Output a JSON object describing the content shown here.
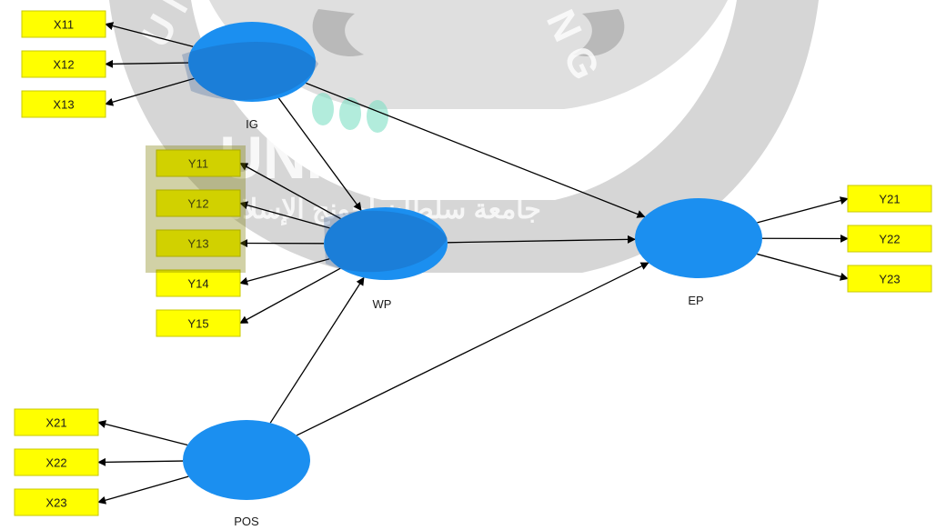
{
  "watermark": {
    "main_text": "UNISSULA",
    "arc_left": "U N",
    "arc_right": "N G",
    "arabic_text": "جامعة سلطان أجونج الإسلامية"
  },
  "colors": {
    "indicator_fill": "#ffff00",
    "indicator_border": "#c8c800",
    "latent_fill": "#1b8ff0",
    "arrow": "#000000",
    "watermark_band": "#9a9a9a"
  },
  "latents": [
    {
      "id": "IG",
      "label": "IG"
    },
    {
      "id": "WP",
      "label": "WP"
    },
    {
      "id": "EP",
      "label": "EP"
    },
    {
      "id": "POS",
      "label": "POS"
    }
  ],
  "indicators": [
    {
      "id": "X11",
      "label": "X11",
      "latent": "IG"
    },
    {
      "id": "X12",
      "label": "X12",
      "latent": "IG"
    },
    {
      "id": "X13",
      "label": "X13",
      "latent": "IG"
    },
    {
      "id": "Y11",
      "label": "Y11",
      "latent": "WP"
    },
    {
      "id": "Y12",
      "label": "Y12",
      "latent": "WP"
    },
    {
      "id": "Y13",
      "label": "Y13",
      "latent": "WP"
    },
    {
      "id": "Y14",
      "label": "Y14",
      "latent": "WP"
    },
    {
      "id": "Y15",
      "label": "Y15",
      "latent": "WP"
    },
    {
      "id": "Y21",
      "label": "Y21",
      "latent": "EP"
    },
    {
      "id": "Y22",
      "label": "Y22",
      "latent": "EP"
    },
    {
      "id": "Y23",
      "label": "Y23",
      "latent": "EP"
    },
    {
      "id": "X21",
      "label": "X21",
      "latent": "POS"
    },
    {
      "id": "X22",
      "label": "X22",
      "latent": "POS"
    },
    {
      "id": "X23",
      "label": "X23",
      "latent": "POS"
    }
  ],
  "paths": [
    {
      "from": "IG",
      "to": "WP"
    },
    {
      "from": "IG",
      "to": "EP"
    },
    {
      "from": "WP",
      "to": "EP"
    },
    {
      "from": "POS",
      "to": "WP"
    },
    {
      "from": "POS",
      "to": "EP"
    }
  ]
}
